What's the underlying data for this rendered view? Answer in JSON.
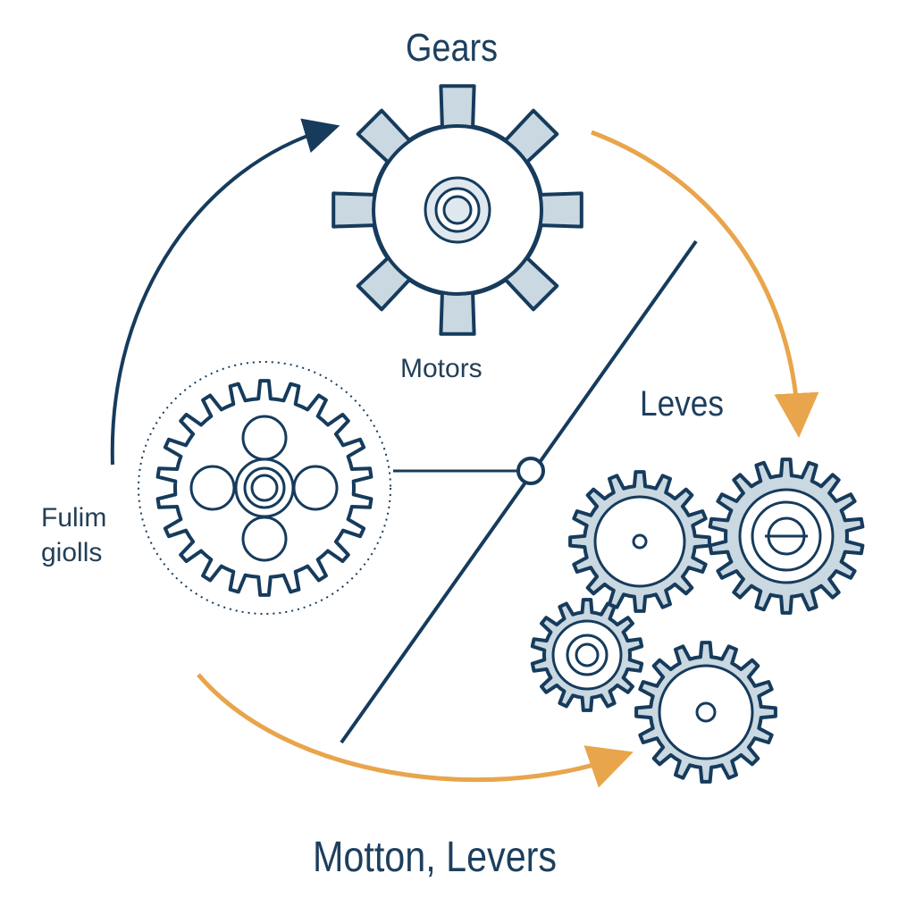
{
  "labels": {
    "top": "Gears",
    "motors": "Motors",
    "right": "Leves",
    "left_line1": "Fulim",
    "left_line2": "giolls",
    "bottom": "Motton, Levers"
  },
  "colors": {
    "navy": "#163b5c",
    "orange": "#e8a54b",
    "gear_fill": "#c9d8e1",
    "gear_fill_light": "#dfe8ee"
  },
  "icons": [
    "large-gear-icon",
    "toothed-wheel-icon",
    "gear-cluster-icon",
    "lever-icon",
    "fulcrum-icon",
    "cycle-arrow-icons"
  ]
}
